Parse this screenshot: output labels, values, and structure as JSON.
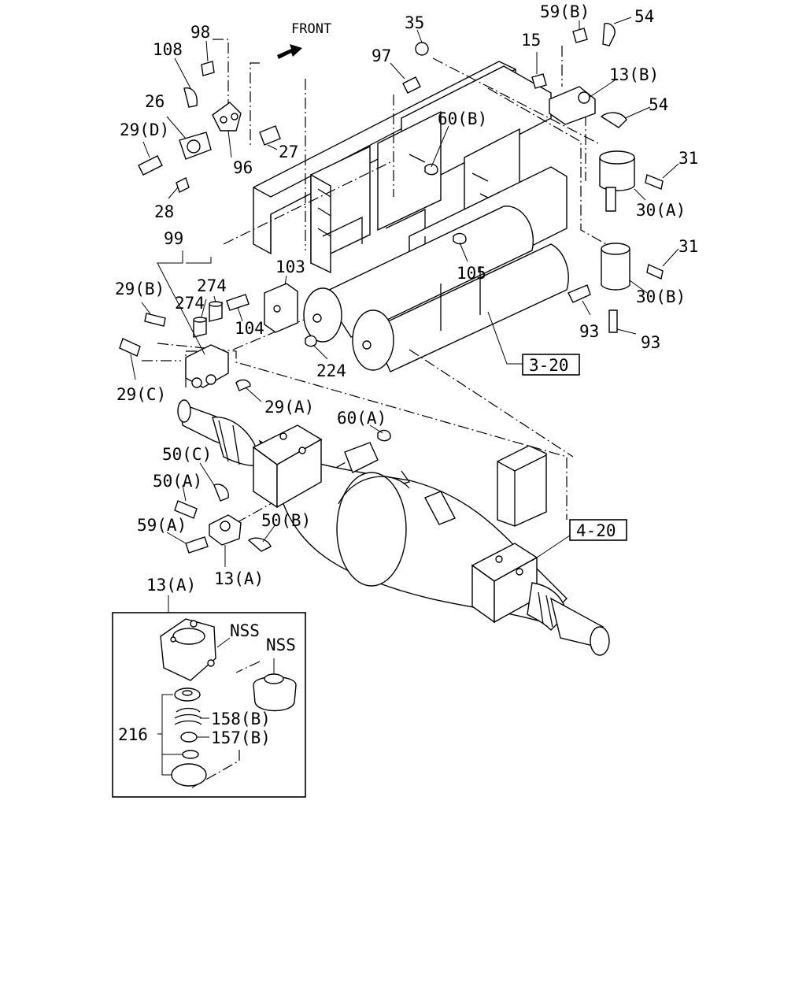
{
  "diagram": {
    "orientation": "FRONT",
    "callouts": [
      {
        "id": "98",
        "text": "98"
      },
      {
        "id": "108",
        "text": "108"
      },
      {
        "id": "26",
        "text": "26"
      },
      {
        "id": "29D",
        "text": "29(D)"
      },
      {
        "id": "27",
        "text": "27"
      },
      {
        "id": "96",
        "text": "96"
      },
      {
        "id": "28",
        "text": "28"
      },
      {
        "id": "35",
        "text": "35"
      },
      {
        "id": "97",
        "text": "97"
      },
      {
        "id": "59B",
        "text": "59(B)"
      },
      {
        "id": "54a",
        "text": "54"
      },
      {
        "id": "15",
        "text": "15"
      },
      {
        "id": "13B",
        "text": "13(B)"
      },
      {
        "id": "54b",
        "text": "54"
      },
      {
        "id": "60B",
        "text": "60(B)"
      },
      {
        "id": "31a",
        "text": "31"
      },
      {
        "id": "30A",
        "text": "30(A)"
      },
      {
        "id": "31b",
        "text": "31"
      },
      {
        "id": "30B",
        "text": "30(B)"
      },
      {
        "id": "93a",
        "text": "93"
      },
      {
        "id": "93b",
        "text": "93"
      },
      {
        "id": "99",
        "text": "99"
      },
      {
        "id": "103",
        "text": "103"
      },
      {
        "id": "105",
        "text": "105"
      },
      {
        "id": "274a",
        "text": "274"
      },
      {
        "id": "274b",
        "text": "274"
      },
      {
        "id": "29B",
        "text": "29(B)"
      },
      {
        "id": "104",
        "text": "104"
      },
      {
        "id": "224",
        "text": "224"
      },
      {
        "id": "29C",
        "text": "29(C)"
      },
      {
        "id": "29A",
        "text": "29(A)"
      },
      {
        "id": "60A",
        "text": "60(A)"
      },
      {
        "id": "50C",
        "text": "50(C)"
      },
      {
        "id": "50A",
        "text": "50(A)"
      },
      {
        "id": "59A",
        "text": "59(A)"
      },
      {
        "id": "50B",
        "text": "50(B)"
      },
      {
        "id": "13Aa",
        "text": "13(A)"
      },
      {
        "id": "13Ab",
        "text": "13(A)"
      },
      {
        "id": "NSSa",
        "text": "NSS"
      },
      {
        "id": "NSSb",
        "text": "NSS"
      },
      {
        "id": "216",
        "text": "216"
      },
      {
        "id": "158B",
        "text": "158(B)"
      },
      {
        "id": "157B",
        "text": "157(B)"
      }
    ],
    "references": [
      {
        "id": "ref320",
        "text": "3-20"
      },
      {
        "id": "ref420",
        "text": "4-20"
      }
    ]
  }
}
